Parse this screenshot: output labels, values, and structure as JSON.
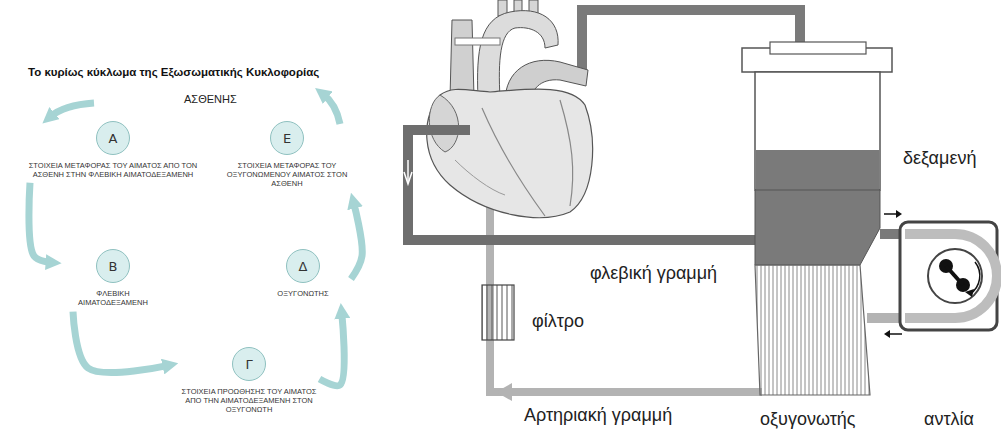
{
  "diagram": {
    "title": "Το κυρίως κύκλωμα της Εξωσωματικής Κυκλοφορίας",
    "nodes": [
      {
        "text": [
          "Α",
          "ΣΤΟΙΧΕΙΑ ΜΕΤΑΦΟΡΑΣ ΤΟΥ ΑΙΜΑΤΟΣ ΑΠΟ ΤΟΝ ΑΣΘΕΝΗ ΣΤΗΝ ΦΛΕΒΙΚΗ ΑΙΜΑΤΟΔΕΞΑΜΕΝΗ"
        ]
      },
      {
        "text": [
          "Β",
          "ΦΛΕΒΙΚΗ ΑΙΜΑΤΟΔΕΞΑΜΕΝΗ"
        ]
      },
      {
        "text": [
          "Γ",
          "ΣΤΟΙΧΕΙΑ ΠΡΟΩΘΗΣΗΣ ΤΟΥ ΑΙΜΑΤΟΣ ΑΠΟ ΤΗΝ ΑΙΜΑΤΟΔΕΞΑΜΕΝΗ ΣΤΟΝ ΟΞΥΓΟΝΩΤΗ"
        ]
      },
      {
        "text": [
          "Δ",
          "ΟΞΥΓΟΝΩΤΗΣ"
        ]
      },
      {
        "text": [
          "Ε",
          "ΣΤΟΙΧΕΙΑ ΜΕΤΑΦΟΡΑΣ ΤΟΥ ΟΞΥΓΟΝΩΜΕΝΟΥ ΑΙΜΑΤΟΣ ΣΤΟΝ ΑΣΘΕΝΗ"
        ]
      }
    ],
    "edges": [
      {
        "from": 0,
        "to": 1,
        "arrow": "to"
      },
      {
        "from": 1,
        "to": 2,
        "arrow": "to"
      },
      {
        "from": 2,
        "to": 3,
        "arrow": "to"
      },
      {
        "from": 3,
        "to": 4,
        "arrow": "to"
      }
    ],
    "labels": [
      "ΑΣΘΕΝΗΣ",
      "δεξαμενή",
      "φλεβική γραμμή",
      "φίλτρο",
      "Αρτηριακή γραμμή",
      "οξυγονωτής",
      "αντλία"
    ]
  }
}
